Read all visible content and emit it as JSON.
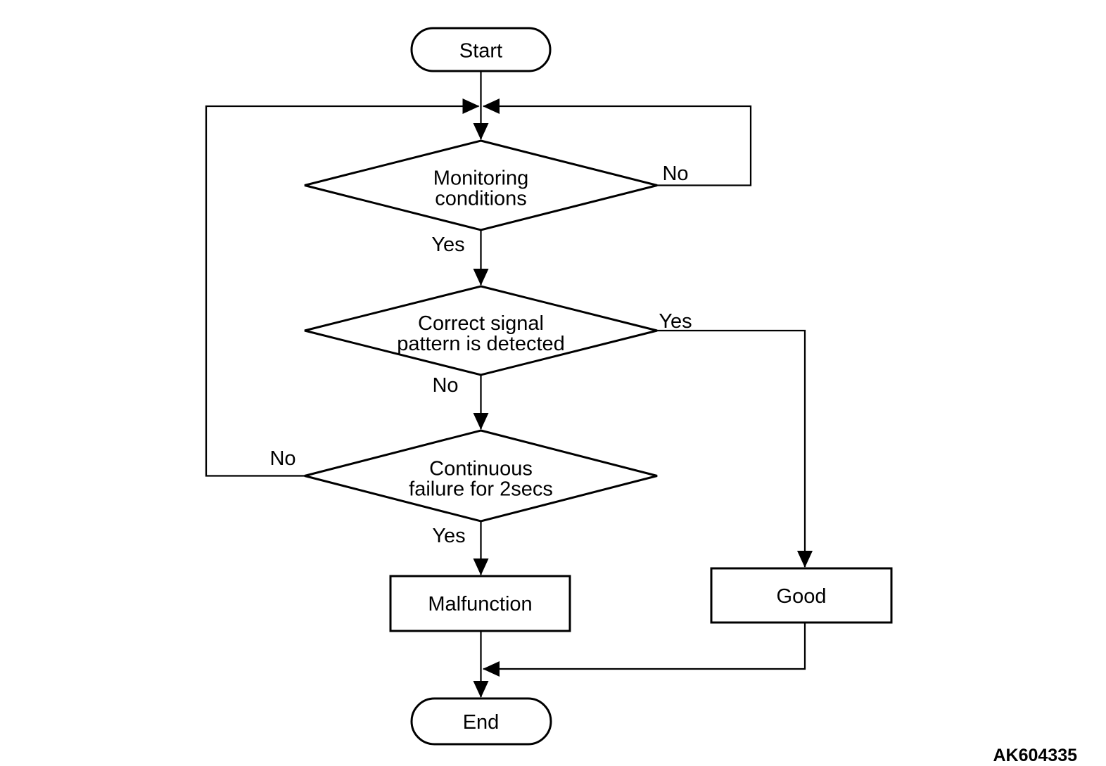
{
  "diagram": {
    "type": "flowchart",
    "figure_code": "AK604335",
    "colors": {
      "stroke": "#000000",
      "shape_fill": "#ffffff",
      "background": "#ffffff"
    },
    "nodes": {
      "start": {
        "shape": "terminator",
        "label": "Start"
      },
      "monitoring": {
        "shape": "decision",
        "line1": "Monitoring",
        "line2": "conditions"
      },
      "signal": {
        "shape": "decision",
        "line1": "Correct signal",
        "line2": "pattern is detected"
      },
      "continuous": {
        "shape": "decision",
        "line1": "Continuous",
        "line2": "failure for 2secs"
      },
      "malfunction": {
        "shape": "process",
        "label": "Malfunction"
      },
      "good": {
        "shape": "process",
        "label": "Good"
      },
      "end": {
        "shape": "terminator",
        "label": "End"
      }
    },
    "edge_labels": {
      "monitoring_no": "No",
      "monitoring_yes": "Yes",
      "signal_yes": "Yes",
      "signal_no": "No",
      "continuous_no": "No",
      "continuous_yes": "Yes"
    },
    "edges": [
      {
        "from": "start",
        "to": "monitoring",
        "label": ""
      },
      {
        "from": "monitoring",
        "to": "monitoring",
        "label": "No",
        "note": "loops back above monitoring via right side"
      },
      {
        "from": "monitoring",
        "to": "signal",
        "label": "Yes"
      },
      {
        "from": "signal",
        "to": "good",
        "label": "Yes"
      },
      {
        "from": "signal",
        "to": "continuous",
        "label": "No"
      },
      {
        "from": "continuous",
        "to": "monitoring",
        "label": "No",
        "note": "loops back above monitoring via left side"
      },
      {
        "from": "continuous",
        "to": "malfunction",
        "label": "Yes"
      },
      {
        "from": "malfunction",
        "to": "end",
        "label": ""
      },
      {
        "from": "good",
        "to": "end",
        "label": ""
      }
    ]
  }
}
